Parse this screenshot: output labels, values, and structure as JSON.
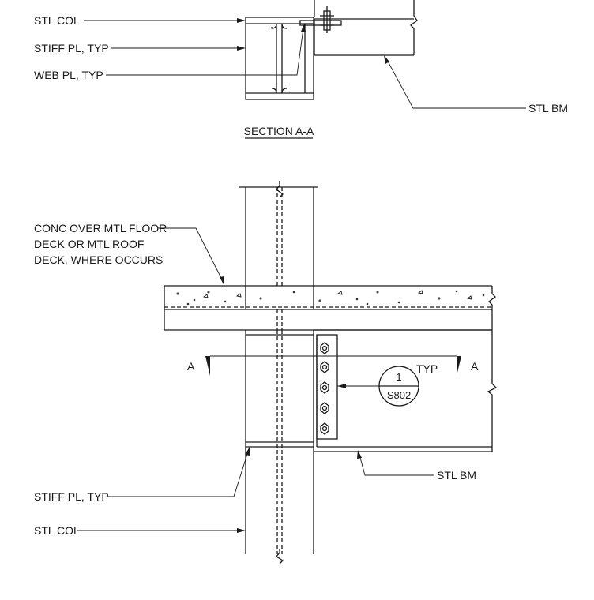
{
  "section_view": {
    "title": "SECTION A-A",
    "labels": {
      "stl_col": "STL COL",
      "stiff_pl": "STIFF PL, TYP",
      "web_pl": "WEB PL, TYP",
      "stl_bm": "STL BM"
    }
  },
  "elevation_view": {
    "labels": {
      "deck_line1": "CONC OVER MTL FLOOR",
      "deck_line2": "DECK OR MTL ROOF",
      "deck_line3": "DECK, WHERE OCCURS",
      "typ": "TYP",
      "stl_bm": "STL BM",
      "stiff_pl": "STIFF PL, TYP",
      "stl_col": "STL COL"
    },
    "section_cut": {
      "left_mark": "A",
      "right_mark": "A"
    },
    "detail_bubble": {
      "number": "1",
      "sheet": "S802"
    },
    "bolt_count": 5
  }
}
